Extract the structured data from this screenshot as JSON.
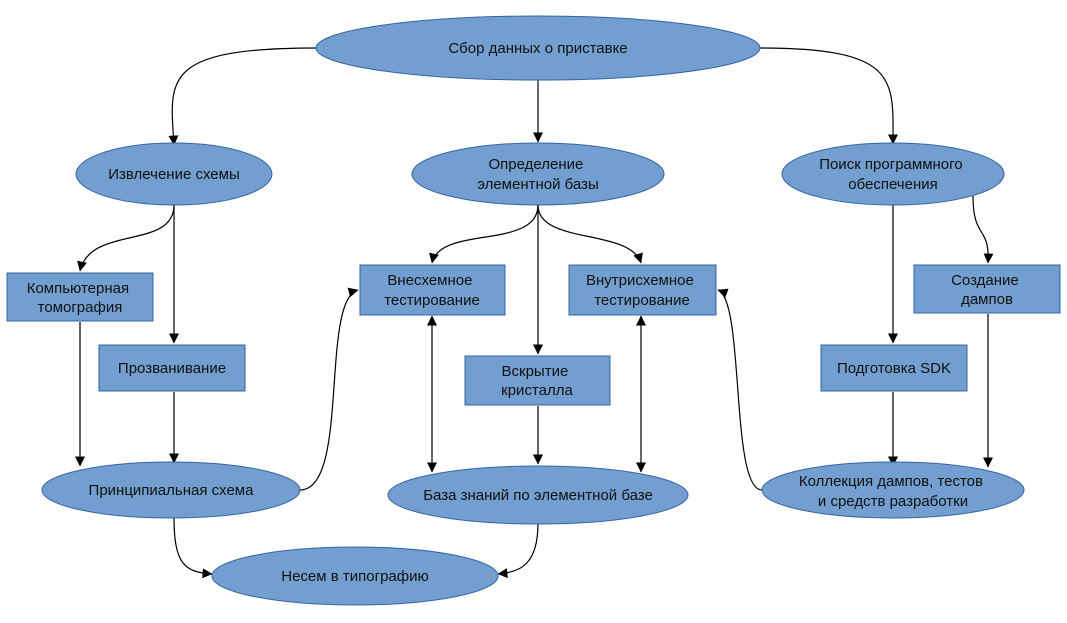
{
  "colors": {
    "node_fill": "#729fcf",
    "node_stroke": "#3465a4",
    "edge": "#000000",
    "text": "#111111"
  },
  "nodes": {
    "sbor": {
      "shape": "ellipse",
      "lines": [
        "Сбор данных о приставке"
      ]
    },
    "izvlechenie": {
      "shape": "ellipse",
      "lines": [
        "Извлечение схемы"
      ]
    },
    "opredelenie": {
      "shape": "ellipse",
      "lines": [
        "Определение",
        "элементной базы"
      ]
    },
    "poisk": {
      "shape": "ellipse",
      "lines": [
        "Поиск программного",
        "обеспечения"
      ]
    },
    "tomografiya": {
      "shape": "rect",
      "lines": [
        "Компьютерная",
        "томография"
      ]
    },
    "prozvanivanie": {
      "shape": "rect",
      "lines": [
        "Прозванивание"
      ]
    },
    "vneshemnoe": {
      "shape": "rect",
      "lines": [
        "Внесхемное",
        "тестирование"
      ]
    },
    "vnutrishemnoe": {
      "shape": "rect",
      "lines": [
        "Внутрисхемное",
        "тестирование"
      ]
    },
    "vskrytie": {
      "shape": "rect",
      "lines": [
        "Вскрытие",
        "кристалла"
      ]
    },
    "sozdanie": {
      "shape": "rect",
      "lines": [
        "Создание",
        "дампов"
      ]
    },
    "sdk": {
      "shape": "rect",
      "lines": [
        "Подготовка SDK"
      ]
    },
    "principialnaya": {
      "shape": "ellipse",
      "lines": [
        "Принципиальная схема"
      ]
    },
    "baza": {
      "shape": "ellipse",
      "lines": [
        "База знаний по элементной базе"
      ]
    },
    "kollekciya": {
      "shape": "ellipse",
      "lines": [
        "Коллекция дампов, тестов",
        "и средств разработки"
      ]
    },
    "nesem": {
      "shape": "ellipse",
      "lines": [
        "Несем в типографию"
      ]
    }
  },
  "edges": [
    {
      "from": "sbor",
      "to": "izvlechenie",
      "arrow": "end"
    },
    {
      "from": "sbor",
      "to": "opredelenie",
      "arrow": "end"
    },
    {
      "from": "sbor",
      "to": "poisk",
      "arrow": "end"
    },
    {
      "from": "izvlechenie",
      "to": "tomografiya",
      "arrow": "end"
    },
    {
      "from": "izvlechenie",
      "to": "prozvanivanie",
      "arrow": "end"
    },
    {
      "from": "tomografiya",
      "to": "principialnaya",
      "arrow": "end"
    },
    {
      "from": "prozvanivanie",
      "to": "principialnaya",
      "arrow": "end"
    },
    {
      "from": "opredelenie",
      "to": "vneshemnoe",
      "arrow": "end"
    },
    {
      "from": "opredelenie",
      "to": "vskrytie",
      "arrow": "end"
    },
    {
      "from": "opredelenie",
      "to": "vnutrishemnoe",
      "arrow": "end"
    },
    {
      "from": "vneshemnoe",
      "to": "baza",
      "arrow": "both"
    },
    {
      "from": "vnutrishemnoe",
      "to": "baza",
      "arrow": "both"
    },
    {
      "from": "vskrytie",
      "to": "baza",
      "arrow": "end"
    },
    {
      "from": "principialnaya",
      "to": "vneshemnoe",
      "arrow": "end"
    },
    {
      "from": "kollekciya",
      "to": "vnutrishemnoe",
      "arrow": "end"
    },
    {
      "from": "poisk",
      "to": "sdk",
      "arrow": "end"
    },
    {
      "from": "poisk",
      "to": "sozdanie",
      "arrow": "end"
    },
    {
      "from": "sdk",
      "to": "kollekciya",
      "arrow": "end"
    },
    {
      "from": "sozdanie",
      "to": "kollekciya",
      "arrow": "end"
    },
    {
      "from": "principialnaya",
      "to": "nesem",
      "arrow": "end"
    },
    {
      "from": "baza",
      "to": "nesem",
      "arrow": "end"
    }
  ]
}
